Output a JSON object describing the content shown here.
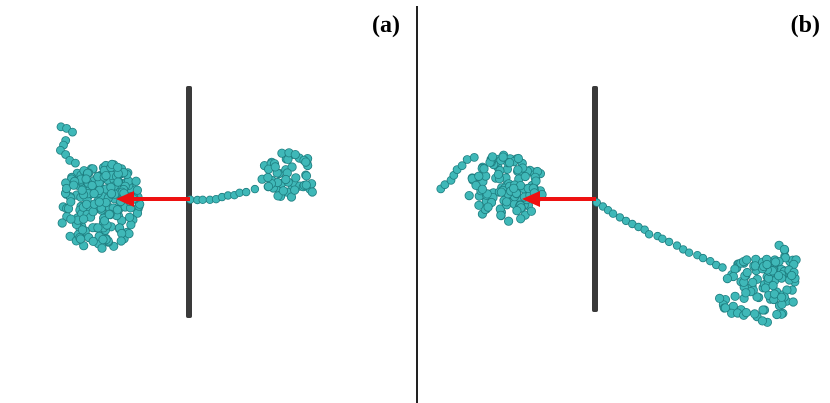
{
  "panels": [
    {
      "id": "a",
      "label": "(a)"
    },
    {
      "id": "b",
      "label": "(b)"
    }
  ],
  "colors": {
    "bead": "#3fb8b8",
    "bead_edge": "#1f7e80",
    "membrane": "#3a3a3a",
    "arrow": "#ee1111",
    "divider": "#222222"
  }
}
